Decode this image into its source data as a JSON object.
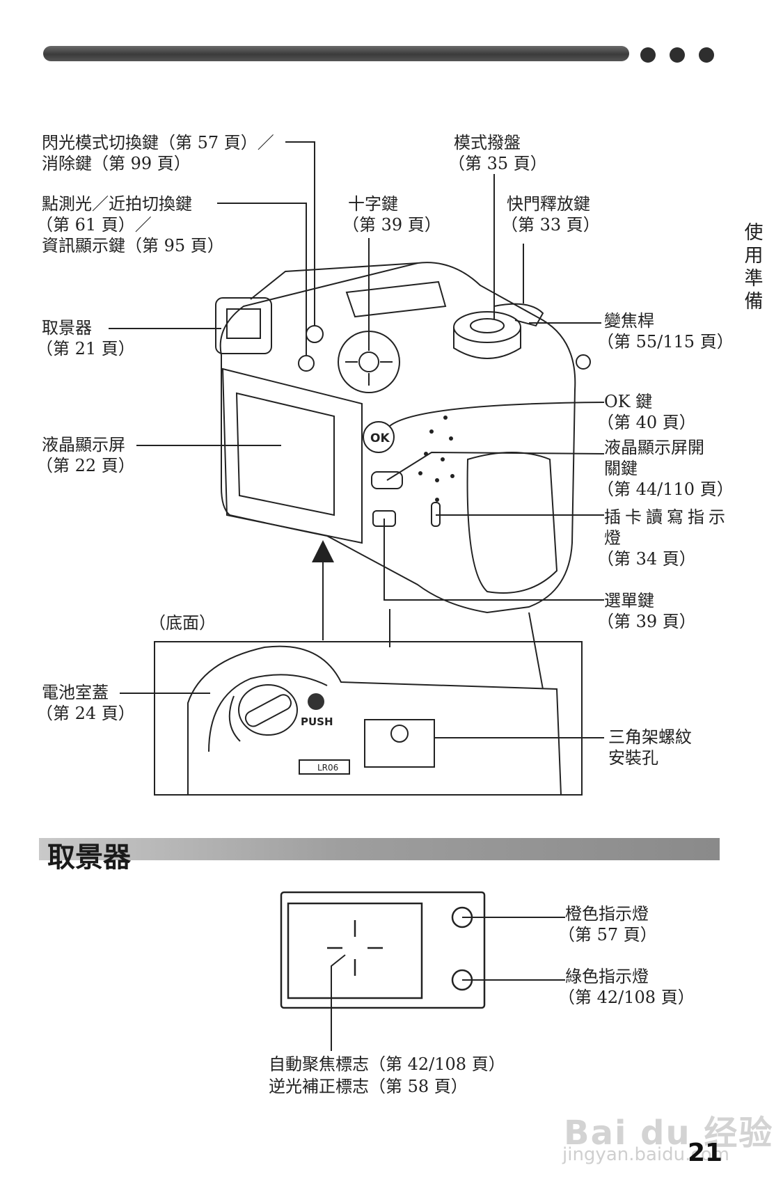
{
  "side_tab": "使用準備",
  "labels": {
    "flash_mode": {
      "name": "閃光模式切換鍵",
      "page": "（第 57 頁）／"
    },
    "erase": {
      "name": "消除鍵",
      "page": "（第 99 頁）"
    },
    "spot_macro": {
      "name": "點測光／近拍切換鍵",
      "page": "（第 61 頁）／"
    },
    "info_display": {
      "name": "資訊顯示鍵",
      "page": "（第 95 頁）"
    },
    "viewfinder": {
      "name": "取景器",
      "page": "（第 21 頁）"
    },
    "lcd": {
      "name": "液晶顯示屏",
      "page": "（第 22 頁）"
    },
    "cross_key": {
      "name": "十字鍵",
      "page": "（第 39 頁）"
    },
    "mode_dial": {
      "name": "模式撥盤",
      "page": "（第 35 頁）"
    },
    "shutter": {
      "name": "快門釋放鍵",
      "page": "（第 33 頁）"
    },
    "zoom_lever": {
      "name": "變焦桿",
      "page": "（第 55/115 頁）"
    },
    "ok_key": {
      "name": "OK 鍵",
      "page": "（第 40 頁）"
    },
    "lcd_switch": {
      "line1": "液晶顯示屏開",
      "line2": "關鍵",
      "page": "（第 44/110 頁）"
    },
    "card_lamp": {
      "line1": "插卡讀寫指示",
      "line2": "燈",
      "page": "（第 34 頁）"
    },
    "menu_key": {
      "name": "選單鍵",
      "page": "（第 39 頁）"
    },
    "bottom_view": "（底面）",
    "battery_cover": {
      "name": "電池室蓋",
      "page": "（第 24 頁）"
    },
    "tripod": {
      "line1": "三角架螺紋",
      "line2": "安裝孔"
    }
  },
  "camera_marks": {
    "push": "PUSH",
    "ok": "OK",
    "battery_type": "LR06"
  },
  "section": {
    "title": "取景器",
    "orange_lamp": {
      "name": "橙色指示燈",
      "page": "（第 57 頁）"
    },
    "green_lamp": {
      "name": "綠色指示燈",
      "page": "（第 42/108 頁）"
    },
    "af_mark": "自動聚焦標志（第 42/108 頁）",
    "backlight_mark": "逆光補正標志（第 58 頁）"
  },
  "page_number": "21",
  "watermark": {
    "main": "Bai du 经验",
    "sub": "jingyan.baidu.com"
  }
}
